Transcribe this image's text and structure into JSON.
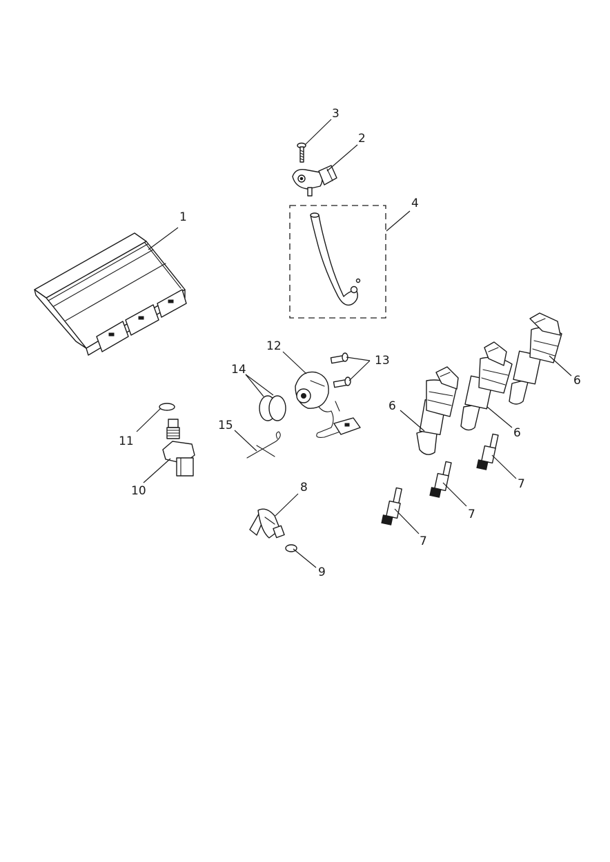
{
  "callouts": {
    "c1": "1",
    "c2": "2",
    "c3": "3",
    "c4": "4",
    "c6a": "6",
    "c6b": "6",
    "c6c": "6",
    "c7a": "7",
    "c7b": "7",
    "c7c": "7",
    "c8": "8",
    "c9": "9",
    "c10": "10",
    "c11": "11",
    "c12": "12",
    "c13": "13",
    "c14": "14",
    "c15": "15"
  },
  "colors": {
    "line": "#1a1a1a",
    "background": "#ffffff"
  }
}
